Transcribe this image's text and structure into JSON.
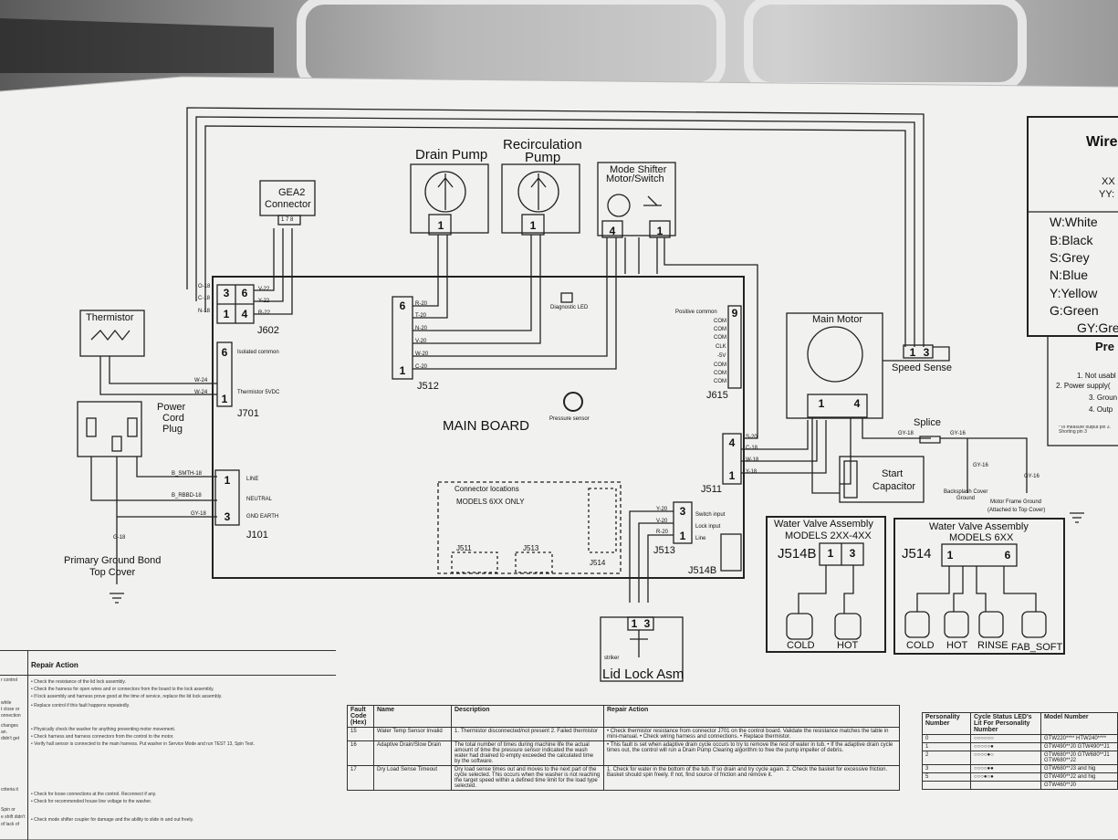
{
  "board": {
    "title": "MAIN BOARD",
    "diagnostic_led": "Diagnostic LED",
    "pressure_sensor": "Pressure sensor",
    "connector_locations": "Connector locations",
    "models_only": "MODELS 6XX ONLY",
    "connectors": {
      "j602": "J602",
      "j512": "J512",
      "j615": "J615",
      "j701": "J701",
      "j101": "J101",
      "j511": "J511",
      "j513": "J513",
      "j514": "J514",
      "j514b": "J514B",
      "inner_j511": "J511",
      "inner_j513": "J513"
    },
    "j701_labels": {
      "isolated": "Isolated common",
      "thermistor5v": "Thermistor 5VDC"
    },
    "j101_labels": {
      "line": "LINE",
      "neutral": "NEUTRAL",
      "gnd": "GND EARTH"
    },
    "j615_labels": [
      "Positive common",
      "COM",
      "COM",
      "COM",
      "CLK",
      "-5V",
      "COM",
      "COM",
      "COM"
    ],
    "j513_labels": [
      "Switch input",
      "Lock input",
      "Line"
    ]
  },
  "components": {
    "drain_pump": "Drain Pump",
    "recirc_pump_1": "Recirculation",
    "recirc_pump_2": "Pump",
    "mode_shifter_1": "Mode Shifter",
    "mode_shifter_2": "Motor/Switch",
    "gea2_1": "GEA2",
    "gea2_2": "Connector",
    "thermistor": "Thermistor",
    "power_cord_1": "Power",
    "power_cord_2": "Cord",
    "power_cord_3": "Plug",
    "primary_ground_1": "Primary Ground Bond",
    "primary_ground_2": "Top Cover",
    "main_motor": "Main Motor",
    "speed_sense": "Speed Sense",
    "splice": "Splice",
    "start_capacitor_1": "Start",
    "start_capacitor_2": "Capacitor",
    "backsplash_1": "Backsplash Cover",
    "backsplash_2": "Ground",
    "motor_frame_1": "Motor Frame Ground",
    "motor_frame_2": "(Attached to Top Cover)",
    "lid_lock": "Lid Lock Asm",
    "striker": "striker",
    "wv_2xx_title_1": "Water Valve Assembly",
    "wv_2xx_title_2": "MODELS 2XX-4XX",
    "wv_2xx_conn": "J514B",
    "wv_2xx_cold": "COLD",
    "wv_2xx_hot": "HOT",
    "wv_6xx_title_1": "Water Valve Assembly",
    "wv_6xx_title_2": "MODELS 6XX",
    "wv_6xx_conn": "J514",
    "wv_6xx_cold": "COLD",
    "wv_6xx_hot": "HOT",
    "wv_6xx_rinse": "RINSE",
    "wv_6xx_fab": "FAB_SOFT"
  },
  "wires": {
    "o18": "O-18",
    "c18": "C-18",
    "n18": "N-18",
    "v22": "V-22",
    "y22": "Y-22",
    "r22": "R-22",
    "w24": "W-24",
    "gy16": "GY-16",
    "gy18": "GY-18",
    "g18": "G-18",
    "b_smth": "B_SMTH-18",
    "b_rbbd": "B_RBBD-18",
    "s20": "S-20",
    "w18": "W-18",
    "y18": "Y-18",
    "r20": "R-20",
    "t20": "T-20",
    "n20": "N-20",
    "v20": "V-20",
    "w20": "W-20",
    "c20": "C-20",
    "y20": "Y-20"
  },
  "legend": {
    "title": "Wire",
    "xx": "XX",
    "yy": "YY:",
    "colors": [
      "W:White",
      "B:Black",
      "S:Grey",
      "N:Blue",
      "Y:Yellow",
      "G:Green",
      "GY:Gre"
    ],
    "pre_title": "Pre",
    "notes": [
      "1. Not usabl",
      "2. Power supply(",
      "3. Groun",
      "4. Outp"
    ],
    "footnote": "*To measure output pin 3. Shorting pin 3"
  },
  "pins": {
    "drain": "1",
    "recirc": "1",
    "mode_a": "4",
    "mode_b": "1",
    "j602_a": "3",
    "j602_b": "6",
    "j602_c": "1",
    "j602_d": "4",
    "j512_top": "6",
    "j512_bot": "1",
    "j701_top": "6",
    "j701_bot": "1",
    "j101_a": "1",
    "j101_b": "3",
    "j615_top": "9",
    "j511_top": "4",
    "j511_bot": "1",
    "j513_top": "3",
    "j513_bot": "1",
    "motor_a": "1",
    "motor_b": "4",
    "speed_a": "1",
    "speed_b": "3",
    "lid_a": "1",
    "lid_b": "3",
    "j514b_a": "1",
    "j514b_b": "3",
    "j514_a": "1",
    "j514_b": "6",
    "gea2": "1 7 8"
  },
  "left_table": {
    "header": "Repair Action",
    "rows": [
      "• Check the resistance of the lid lock assembly.",
      "• Check the harness for open wires and or connectors from the board to the lock assembly.",
      "• If lock assembly and harness prove good at the time of service, replace the lid lock assembly.",
      "• Replace control if this fault happens repeatedly.",
      "• Physically check the washer for anything preventing motor movement.",
      "• Check harness and harness connectors from the control to the motor.",
      "• Verify hall sensor is connected to the main harness. Put washer in Service Mode and run TEST 13, Spin Test.",
      "• Check for loose connections at the control. Reconnect if any.",
      "• Check for recommended house line voltage to the washer.",
      "• Check mode shifter coupler for damage and the ability to slide in and out freely."
    ],
    "side": [
      "r control",
      "while",
      "t close or",
      "onnection",
      "changes",
      "an.",
      "didn't get",
      "criteria it",
      "Spin or",
      "e shift didn't",
      "of lack of"
    ]
  },
  "fault_table": {
    "headers": [
      "Fault Code (Hex)",
      "Name",
      "Description",
      "Repair Action"
    ],
    "rows": [
      {
        "code": "15",
        "name": "Water Temp Sensor Invalid",
        "desc": "1. Thermistor disconnected/not present 2. Failed thermistor",
        "action": "• Check thermistor resistance from connector J701 on the control board. Validate the resistance matches the table in mini-manual. • Check wiring harness and connections. • Replace thermistor."
      },
      {
        "code": "16",
        "name": "Adaptive Drain/Slow Drain",
        "desc": "The total number of times during machine life the actual amount of time the pressure sensor indicated the wash water had drained to empty exceeded the calculated time by the software.",
        "action": "• This fault is set when adaptive drain cycle occurs to try to remove the rest of water in tub. • If the adaptive drain cycle times out, the control will run a Drain Pump Clearing algorithm to free the pump impeller of debris."
      },
      {
        "code": "17",
        "name": "Dry Load Sense Timeout",
        "desc": "Dry load sense times out and moves to the next part of the cycle selected. This occurs when the washer is not reaching the target speed within a defined time limit for the load type selected.",
        "action": "1. Check for water in the bottom of the tub. If so drain and try cycle again. 2. Check the basket for excessive friction. Basket should spin freely. If not, find source of friction and remove it."
      }
    ]
  },
  "personality_table": {
    "headers": [
      "Personality Number",
      "Cycle Status LED's Lit For Personality Number",
      "Model Number"
    ],
    "rows": [
      {
        "num": "0",
        "leds": "○○○○○○",
        "models": "GTW220****  HTW240****"
      },
      {
        "num": "1",
        "leds": "○○○○○●",
        "models": "GTW490**J0  GTW490**J1"
      },
      {
        "num": "2",
        "leds": "○○○○●○",
        "models": "GTW680**J0  GTW680**J1  GTW680**J2"
      },
      {
        "num": "3",
        "leds": "○○○○●●",
        "models": "GTW680**J3 and hig"
      },
      {
        "num": "5",
        "leds": "○○○●○●",
        "models": "GTW490**J2 and hig"
      },
      {
        "num": "",
        "leds": "",
        "models": "GTW460**J0"
      }
    ]
  }
}
